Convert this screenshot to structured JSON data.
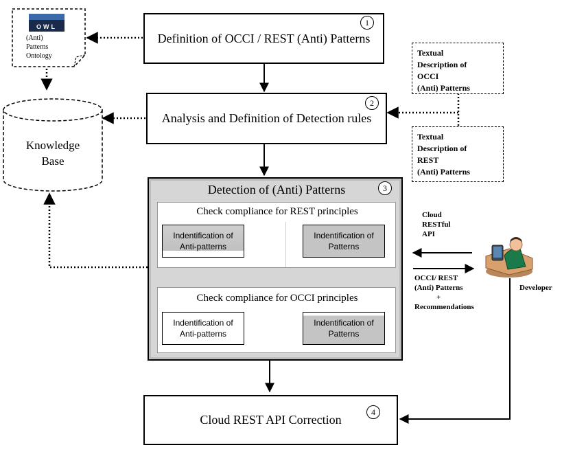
{
  "ontology": {
    "logo_text": "OWL",
    "label_line1": "(Anti)",
    "label_line2": "Patterns",
    "label_line3": "Ontology"
  },
  "knowledge_base": {
    "line1": "Knowledge",
    "line2": "Base"
  },
  "steps": {
    "s1": {
      "label": "Definition of OCCI / REST (Anti) Patterns",
      "number": "1"
    },
    "s2": {
      "label": "Analysis and Definition of Detection rules",
      "number": "2"
    },
    "s3": {
      "label": "Detection of (Anti) Patterns",
      "number": "3"
    },
    "s4": {
      "label": "Cloud REST API Correction",
      "number": "4"
    }
  },
  "rest_check": {
    "title": "Check compliance for REST principles",
    "anti_line1": "Indentification of",
    "anti_line2": "Anti-patterns",
    "pat_line1": "Indentification of",
    "pat_line2": "Patterns"
  },
  "occi_check": {
    "title": "Check compliance for OCCI principles",
    "anti_line1": "Indentification of",
    "anti_line2": "Anti-patterns",
    "pat_line1": "Indentification of",
    "pat_line2": "Patterns"
  },
  "textual_occi": {
    "line1": "Textual",
    "line2": "Description of",
    "line3": "OCCI",
    "line4": "(Anti) Patterns"
  },
  "textual_rest": {
    "line1": "Textual",
    "line2": "Description of",
    "line3": "REST",
    "line4": "(Anti) Patterns"
  },
  "cloud_api": {
    "line1": "Cloud",
    "line2": "RESTful",
    "line3": "API"
  },
  "feedback": {
    "line1": "OCCI/ REST",
    "line2": "(Anti)  Patterns",
    "line3": "+",
    "line4": "Recommendations"
  },
  "developer": {
    "label": "Developer"
  }
}
